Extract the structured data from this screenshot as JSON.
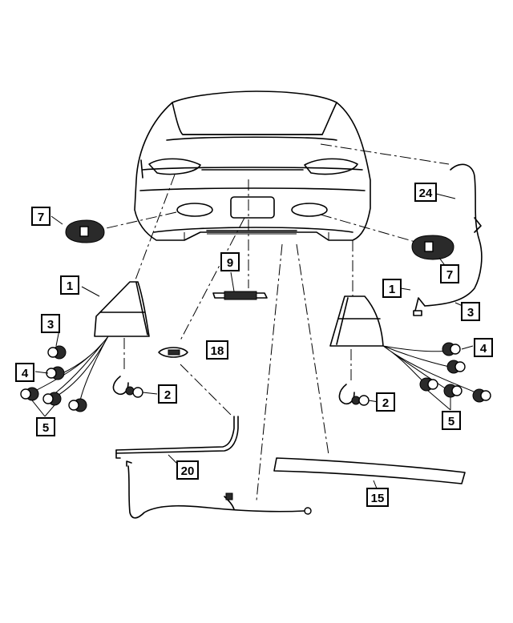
{
  "callouts": {
    "c24": "24",
    "c7_left": "7",
    "c7_right": "7",
    "c9": "9",
    "c1_left": "1",
    "c1_right": "1",
    "c3_left": "3",
    "c3_right": "3",
    "c4_left": "4",
    "c4_right": "4",
    "c18": "18",
    "c2_left": "2",
    "c2_right": "2",
    "c5_left": "5",
    "c5_right": "5",
    "c20": "20",
    "c15": "15"
  }
}
